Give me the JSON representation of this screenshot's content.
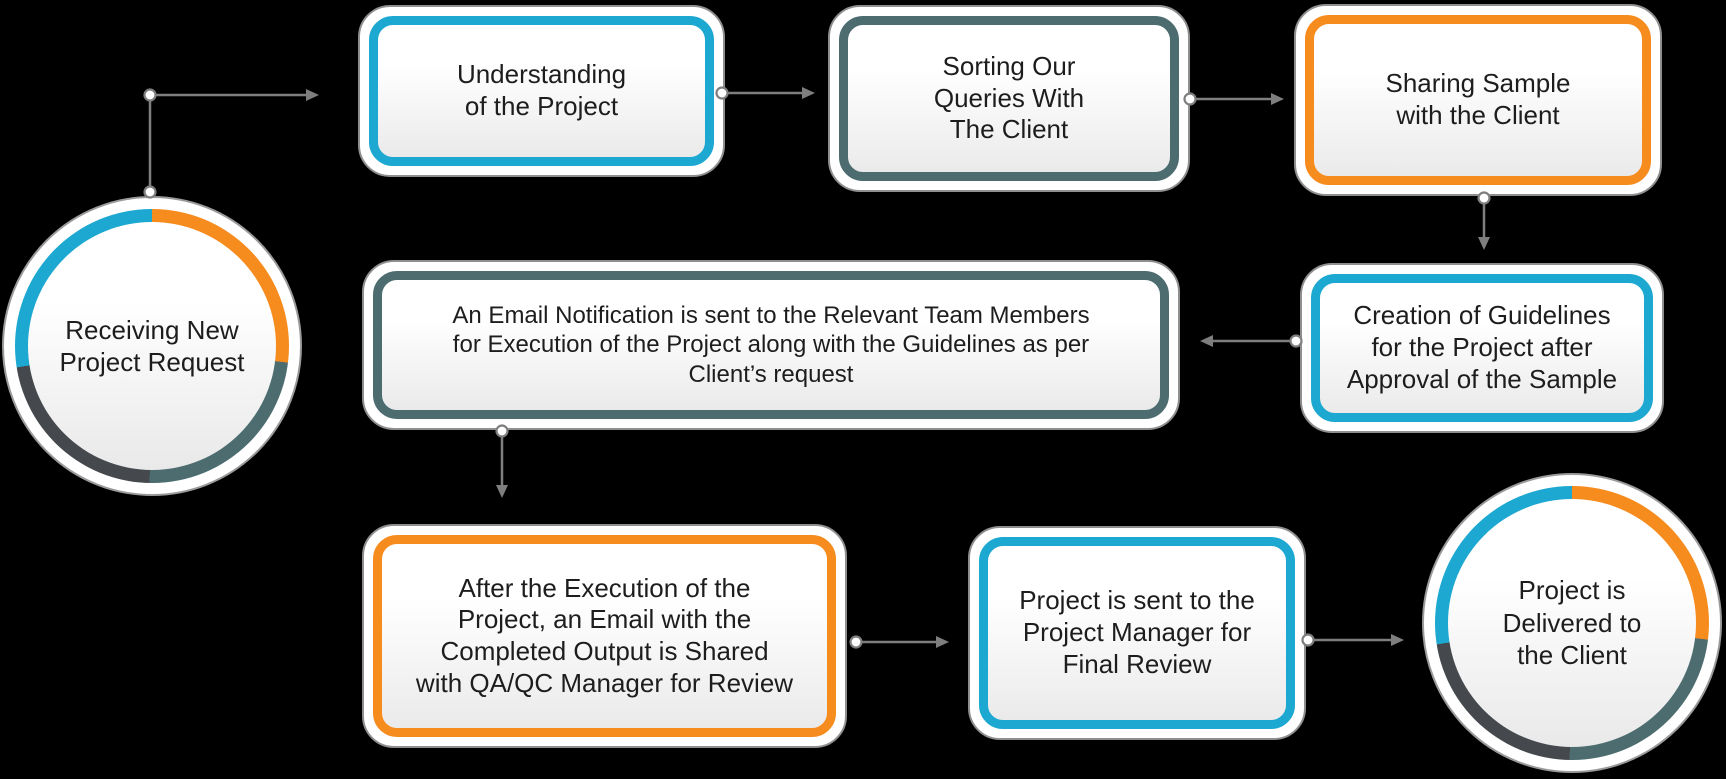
{
  "colors": {
    "cyan": "#1CA8D1",
    "orange": "#F68B1E",
    "teal": "#4C6C6F",
    "dark_gray": "#45484C",
    "arrow_gray": "#7E7E7E",
    "background": "#000000",
    "text": "#1D1D1D"
  },
  "nodes": {
    "receiving": {
      "shape": "circle",
      "accent": "multi",
      "lines": [
        "Receiving New",
        "Project Request"
      ]
    },
    "understanding": {
      "shape": "rounded-box",
      "accent": "cyan",
      "lines": [
        "Understanding",
        "of the Project"
      ]
    },
    "sorting": {
      "shape": "rounded-box",
      "accent": "teal",
      "lines": [
        "Sorting Our",
        "Queries With",
        "The Client"
      ]
    },
    "sharing": {
      "shape": "rounded-box",
      "accent": "orange",
      "lines": [
        "Sharing Sample",
        "with the Client"
      ]
    },
    "creation": {
      "shape": "rounded-box",
      "accent": "cyan",
      "lines": [
        "Creation of Guidelines",
        "for the Project after",
        "Approval of the Sample"
      ]
    },
    "email_notification": {
      "shape": "rounded-box",
      "accent": "teal",
      "lines": [
        "An Email Notification is sent to the Relevant Team Members",
        "for Execution of the Project along with the Guidelines as per",
        "Client’s request"
      ]
    },
    "after_execution": {
      "shape": "rounded-box",
      "accent": "orange",
      "lines": [
        "After the Execution of the",
        "Project, an Email with the",
        "Completed Output is Shared",
        "with QA/QC Manager for Review"
      ]
    },
    "final_review": {
      "shape": "rounded-box",
      "accent": "cyan",
      "lines": [
        "Project is sent to the",
        "Project Manager for",
        "Final Review"
      ]
    },
    "delivered": {
      "shape": "circle",
      "accent": "multi",
      "lines": [
        "Project is",
        "Delivered to",
        "the Client"
      ]
    }
  },
  "flow": [
    {
      "from": "receiving",
      "to": "understanding"
    },
    {
      "from": "understanding",
      "to": "sorting"
    },
    {
      "from": "sorting",
      "to": "sharing"
    },
    {
      "from": "sharing",
      "to": "creation"
    },
    {
      "from": "creation",
      "to": "email_notification"
    },
    {
      "from": "email_notification",
      "to": "after_execution"
    },
    {
      "from": "after_execution",
      "to": "final_review"
    },
    {
      "from": "final_review",
      "to": "delivered"
    }
  ]
}
